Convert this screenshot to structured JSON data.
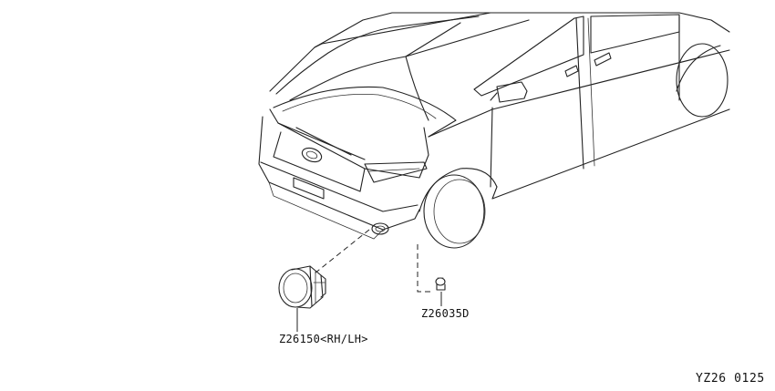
{
  "diagram": {
    "callouts": {
      "fog_lamp": "Z26150<RH/LH>",
      "clip": "Z26035D"
    },
    "figure_code": "YZ26 0125"
  },
  "colors": {
    "line": "#222222",
    "background": "#ffffff"
  },
  "icons": [
    "van-illustration",
    "fog-lamp-icon",
    "clip-icon"
  ]
}
